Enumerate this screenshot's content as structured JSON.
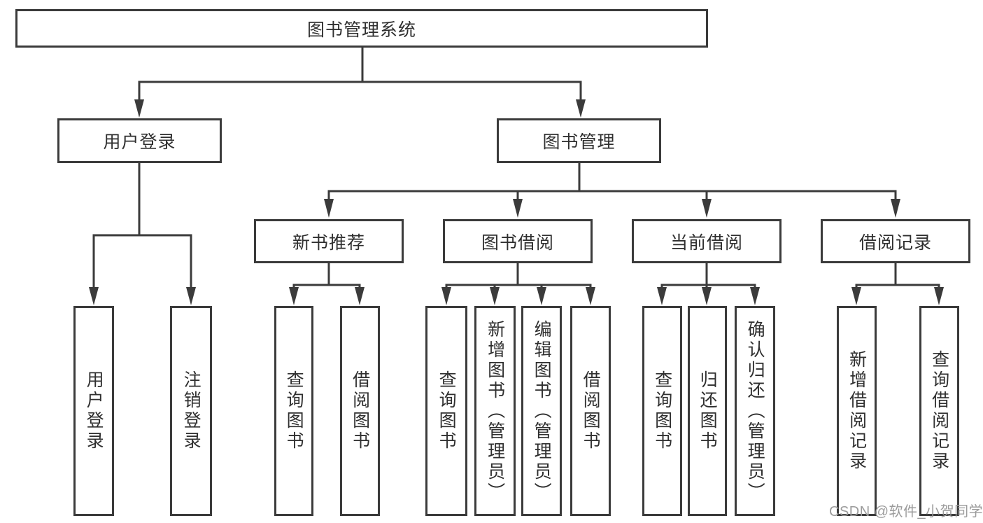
{
  "diagram": {
    "root": {
      "label": "图书管理系统"
    },
    "branches": [
      {
        "label": "用户登录",
        "children": [
          {
            "label": "用户登录"
          },
          {
            "label": "注销登录"
          }
        ]
      },
      {
        "label": "图书管理",
        "children": [
          {
            "label": "新书推荐",
            "children": [
              {
                "label": "查询图书"
              },
              {
                "label": "借阅图书"
              }
            ]
          },
          {
            "label": "图书借阅",
            "children": [
              {
                "label": "查询图书"
              },
              {
                "label": "新增图书（管理员）"
              },
              {
                "label": "编辑图书（管理员）"
              },
              {
                "label": "借阅图书"
              }
            ]
          },
          {
            "label": "当前借阅",
            "children": [
              {
                "label": "查询图书"
              },
              {
                "label": "归还图书"
              },
              {
                "label": "确认归还（管理员）"
              }
            ]
          },
          {
            "label": "借阅记录",
            "children": [
              {
                "label": "新增借阅记录"
              },
              {
                "label": "查询借阅记录"
              }
            ]
          }
        ]
      }
    ]
  },
  "watermark": {
    "text": "CSDN @软件_小贺同学"
  },
  "colors": {
    "line": "#3b3b3b",
    "text": "#2f2f2f",
    "background": "#ffffff",
    "watermark": "#9b9b9b"
  }
}
